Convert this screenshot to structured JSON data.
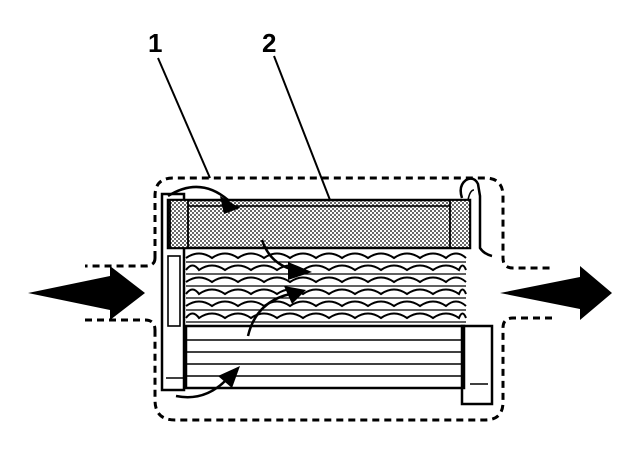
{
  "callouts": [
    {
      "id": "1",
      "label": "1"
    },
    {
      "id": "2",
      "label": "2"
    }
  ],
  "colors": {
    "ink": "#000000",
    "background": "#ffffff"
  },
  "icons": {
    "inlet": "arrow-right-icon",
    "outlet": "arrow-right-icon",
    "flow": "curved-arrow-icon"
  }
}
